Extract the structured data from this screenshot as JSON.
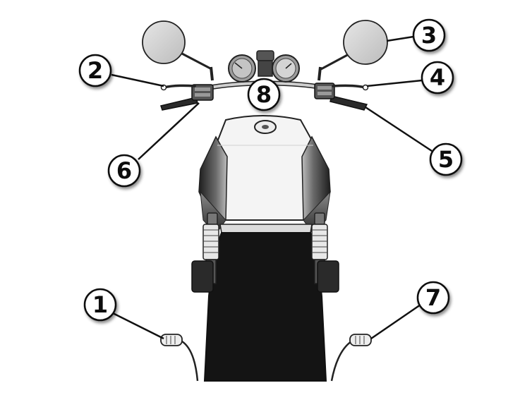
{
  "callouts": [
    {
      "id": "c1",
      "label": "1"
    },
    {
      "id": "c2",
      "label": "2"
    },
    {
      "id": "c3",
      "label": "3"
    },
    {
      "id": "c4",
      "label": "4"
    },
    {
      "id": "c5",
      "label": "5"
    },
    {
      "id": "c6",
      "label": "6"
    },
    {
      "id": "c7",
      "label": "7"
    },
    {
      "id": "c8",
      "label": "8"
    }
  ],
  "colors": {
    "outline": "#222222",
    "mirror": "#d0d0d0",
    "tank_dark": "#3a3a3a",
    "tank_light": "#f2f2f2",
    "body": "#141414",
    "chrome": "#bdbdbd"
  }
}
